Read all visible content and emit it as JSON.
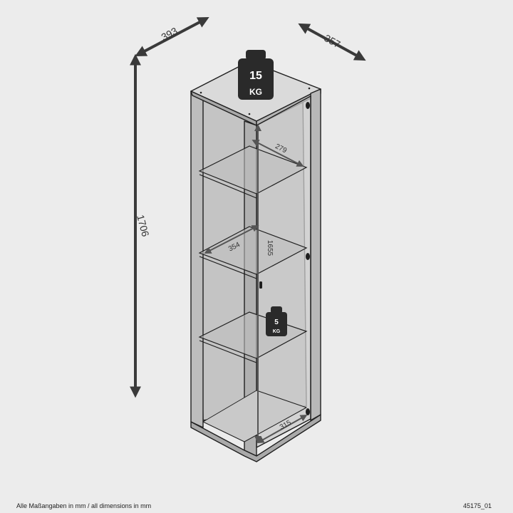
{
  "dimensions": {
    "width": "393",
    "depth": "357",
    "height": "1706",
    "shelf_depth": "279",
    "shelf_width": "354",
    "inner_height": "1655",
    "bottom_depth": "315"
  },
  "loads": {
    "top_value": "15",
    "top_unit": "KG",
    "shelf_value": "5",
    "shelf_unit": "KG"
  },
  "footer": {
    "note": "Alle Maßangaben in mm / all dimensions in mm",
    "code": "45175_01"
  },
  "colors": {
    "background": "#ececec",
    "cabinet_face": "#bdbdbd",
    "cabinet_inner": "#c8c8c8",
    "top_surface": "#d9d9d9",
    "outline": "#1e1e1e",
    "arrow": "#3a3a3a",
    "weight": "#2a2a2a"
  }
}
